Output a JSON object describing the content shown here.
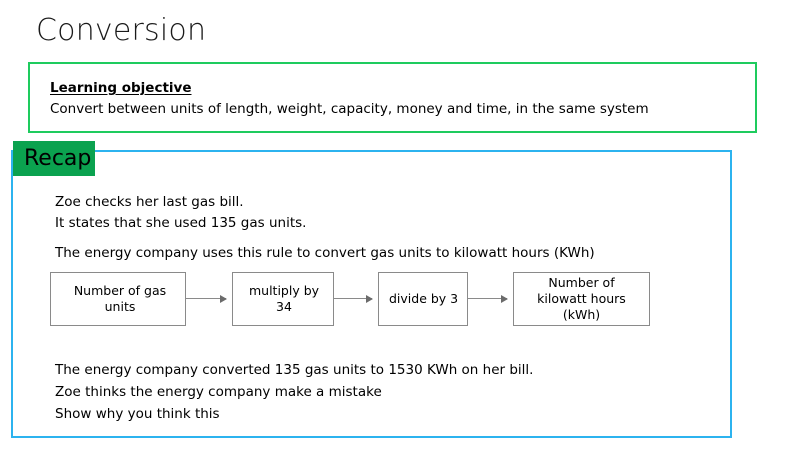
{
  "slide": {
    "title": "Conversion"
  },
  "objective": {
    "heading": "Learning objective",
    "text": "Convert between units of length, weight, capacity, money and time, in the same system",
    "border_color": "#1ecb5e"
  },
  "recap": {
    "badge_label": "Recap",
    "badge_color": "#0ba24f",
    "border_color": "#2cb3ef",
    "intro_lines": [
      "Zoe checks her last gas bill.",
      "It states that she used 135 gas units."
    ],
    "rule_line": "The energy company uses this rule to convert gas units to kilowatt hours (KWh)",
    "outro_lines": [
      "The energy company converted 135 gas units to 1530 KWh on her bill.",
      "Zoe thinks the energy company make a mistake",
      "Show why you think this"
    ],
    "flowchart": {
      "boxes": [
        {
          "label": "Number of gas units"
        },
        {
          "label": "multiply by 34"
        },
        {
          "label": "divide by 3"
        },
        {
          "label": "Number of\nkilowatt hours (kWh)"
        }
      ],
      "box_border_color": "#8a8a8a",
      "arrow_color": "#6b6b6b"
    }
  }
}
